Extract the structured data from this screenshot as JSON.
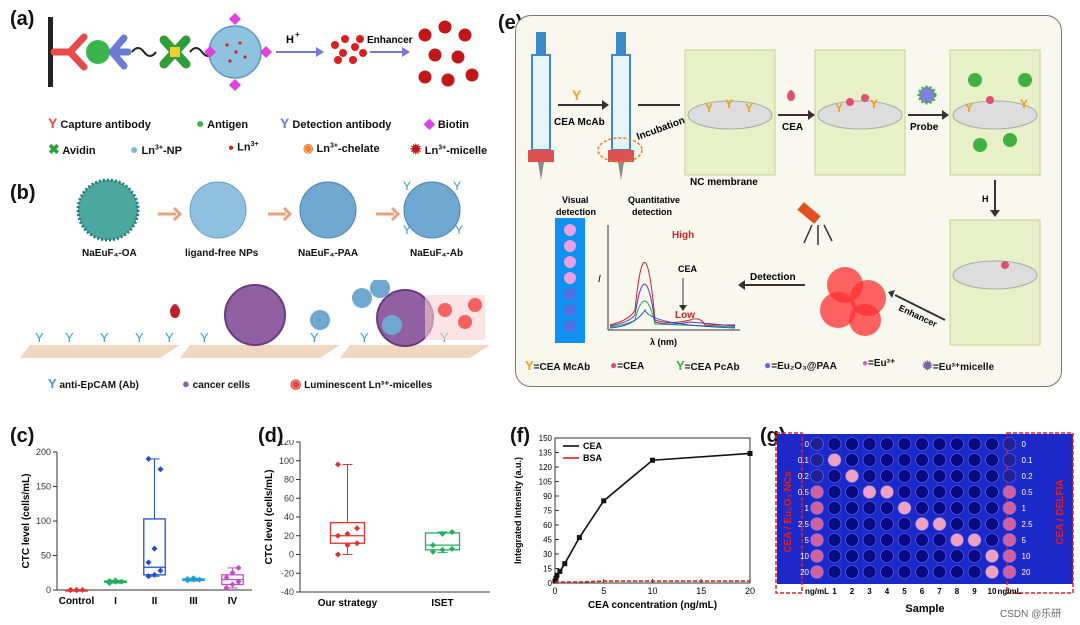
{
  "panels": {
    "a": {
      "label": "(a)",
      "arrow1": "H",
      "arrow1_sup": "+",
      "arrow2": "Enhancer",
      "legend": [
        {
          "text": "Capture antibody",
          "icon": "capture-antibody-icon",
          "color": "#e64a4a"
        },
        {
          "text": "Antigen",
          "icon": "antigen-icon",
          "color": "#3cb44b"
        },
        {
          "text": "Detection antibody",
          "icon": "detection-antibody-icon",
          "color": "#6a7bd0"
        },
        {
          "text": "Biotin",
          "icon": "biotin-icon",
          "color": "#e040e0"
        },
        {
          "text": "Avidin",
          "icon": "avidin-icon",
          "color": "#2e9e3a"
        },
        {
          "text": "Ln",
          "icon": "ln-np-icon",
          "color": "#7fb8d8",
          "sup": "3+",
          "tail": "-NP"
        },
        {
          "text": "Ln",
          "icon": "ln-ion-icon",
          "color": "#d92020",
          "sup": "3+",
          "tail": ""
        },
        {
          "text": "Ln",
          "icon": "ln-chelate-icon",
          "color": "#f08030",
          "sup": "3+",
          "tail": "-chelate"
        },
        {
          "text": "Ln",
          "icon": "ln-micelle-icon",
          "color": "#c01818",
          "sup": "3+",
          "tail": "-micelle"
        }
      ]
    },
    "b": {
      "label": "(b)",
      "steps": [
        "NaEuF₄-OA",
        "ligand-free NPs",
        "NaEuF₄-PAA",
        "NaEuF₄-Ab"
      ],
      "legend": [
        "anti-EpCAM (Ab)",
        "cancer cells",
        "Luminescent  Ln³⁺-micelles"
      ]
    },
    "c": {
      "label": "(c)",
      "ylabel": "CTC level (cells/mL)",
      "yticks": [
        "0",
        "50",
        "100",
        "150",
        "200"
      ],
      "categories": [
        "Control",
        "I",
        "II",
        "III",
        "IV"
      ]
    },
    "d": {
      "label": "(d)",
      "ylabel": "CTC level (cells/mL)",
      "yticks": [
        "-40",
        "-20",
        "0",
        "20",
        "40",
        "60",
        "80",
        "100",
        "120"
      ],
      "categories": [
        "Our strategy",
        "ISET"
      ]
    },
    "e": {
      "label": "(e)",
      "syringe_label": "CEA McAb",
      "incubation": "Incubation",
      "membrane": "NC membrane",
      "step_cea": "CEA",
      "step_probe": "Probe",
      "step_h": "H",
      "step_h_sup": "+",
      "step_enhancer": "Enhancer",
      "step_detection": "Detection",
      "visual_detection": "Visual\ndetection",
      "quant_detection": "Quantitative\ndetection",
      "spec_high": "High",
      "spec_cea": "CEA",
      "spec_low": "Low",
      "spec_ylabel": "I",
      "spec_xlabel": "λ (nm)",
      "legend": [
        {
          "text": "=CEA McAb",
          "icon": "mcab-icon",
          "color": "#f0a020"
        },
        {
          "text": "=CEA",
          "icon": "cea-icon",
          "color": "#e05070"
        },
        {
          "text": "=CEA PcAb",
          "icon": "pcab-icon",
          "color": "#40b040"
        },
        {
          "text": "=Eu₂O₃@PAA",
          "icon": "eu-paa-icon",
          "color": "#6a6ad8"
        },
        {
          "text": "=Eu³⁺",
          "icon": "eu-ion-icon",
          "color": "#d060c0"
        },
        {
          "text": "=Eu³⁺micelle",
          "icon": "eu-micelle-icon",
          "color": "#8060b0"
        }
      ]
    },
    "f": {
      "label": "(f)",
      "ylabel": "Integrated Intensity (a.u.)",
      "xlabel": "CEA concentration (ng/mL)",
      "yticks": [
        "0",
        "15",
        "30",
        "45",
        "60",
        "75",
        "90",
        "105",
        "120",
        "135",
        "150"
      ],
      "xticks": [
        "0",
        "5",
        "10",
        "15",
        "20"
      ]
    },
    "g": {
      "label": "(g)",
      "left_label": "CEA / Eu₂O₃ NCs",
      "right_label": "CEA / DELFIA",
      "row_labels": [
        "0",
        "0.1",
        "0.2",
        "0.5",
        "1",
        "2.5",
        "5",
        "10",
        "20"
      ],
      "col_labels": [
        "ng/mL",
        "1",
        "2",
        "3",
        "4",
        "5",
        "6",
        "7",
        "8",
        "9",
        "10",
        "ng/mL"
      ],
      "xlabel": "Sample"
    }
  },
  "watermark": "CSDN @乐研",
  "chart_data": [
    {
      "type": "box",
      "panel": "c",
      "ylabel": "CTC level (cells/mL)",
      "ylim": [
        0,
        200
      ],
      "categories": [
        "Control",
        "I",
        "II",
        "III",
        "IV"
      ],
      "colors": [
        "#e03030",
        "#20b060",
        "#2050d0",
        "#20a0d0",
        "#c050c0"
      ],
      "boxes": [
        {
          "min": 0,
          "q1": 0,
          "median": 0,
          "q3": 0,
          "max": 0,
          "points": [
            0,
            0,
            0,
            0,
            0
          ]
        },
        {
          "min": 10,
          "q1": 11,
          "median": 12,
          "q3": 13,
          "max": 14,
          "points": [
            10,
            12,
            12,
            13,
            14
          ]
        },
        {
          "min": 20,
          "q1": 22,
          "median": 33,
          "q3": 103,
          "max": 190,
          "points": [
            20,
            22,
            28,
            40,
            60,
            175,
            190
          ]
        },
        {
          "min": 13,
          "q1": 14,
          "median": 15,
          "q3": 16,
          "max": 17,
          "points": [
            14,
            15,
            15,
            16,
            17
          ]
        },
        {
          "min": 3,
          "q1": 8,
          "median": 15,
          "q3": 22,
          "max": 32,
          "points": [
            3,
            8,
            12,
            18,
            25,
            32
          ]
        }
      ]
    },
    {
      "type": "box",
      "panel": "d",
      "ylabel": "CTC level (cells/mL)",
      "ylim": [
        -40,
        120
      ],
      "categories": [
        "Our strategy",
        "ISET"
      ],
      "colors": [
        "#e03030",
        "#20b060"
      ],
      "boxes": [
        {
          "min": 0,
          "q1": 12,
          "median": 20,
          "q3": 34,
          "max": 96,
          "points": [
            0,
            10,
            12,
            20,
            22,
            28,
            96
          ]
        },
        {
          "min": 2,
          "q1": 5,
          "median": 10,
          "q3": 23,
          "max": 24,
          "points": [
            3,
            5,
            6,
            10,
            22,
            24
          ]
        }
      ]
    },
    {
      "type": "line",
      "panel": "f",
      "xlabel": "CEA concentration (ng/mL)",
      "ylabel": "Integrated Intensity (a.u.)",
      "xlim": [
        0,
        20
      ],
      "ylim": [
        0,
        150
      ],
      "series": [
        {
          "name": "CEA",
          "color": "#111111",
          "x": [
            0,
            0.1,
            0.2,
            0.5,
            1,
            2.5,
            5,
            10,
            20
          ],
          "y": [
            2,
            5,
            8,
            12,
            20,
            47,
            85,
            127,
            134
          ]
        },
        {
          "name": "BSA",
          "color": "#e02020",
          "x": [
            0,
            0.1,
            0.2,
            0.5,
            1,
            2.5,
            5,
            10,
            20
          ],
          "y": [
            1,
            1,
            1,
            1,
            1,
            1,
            2,
            2,
            2
          ]
        }
      ]
    }
  ]
}
